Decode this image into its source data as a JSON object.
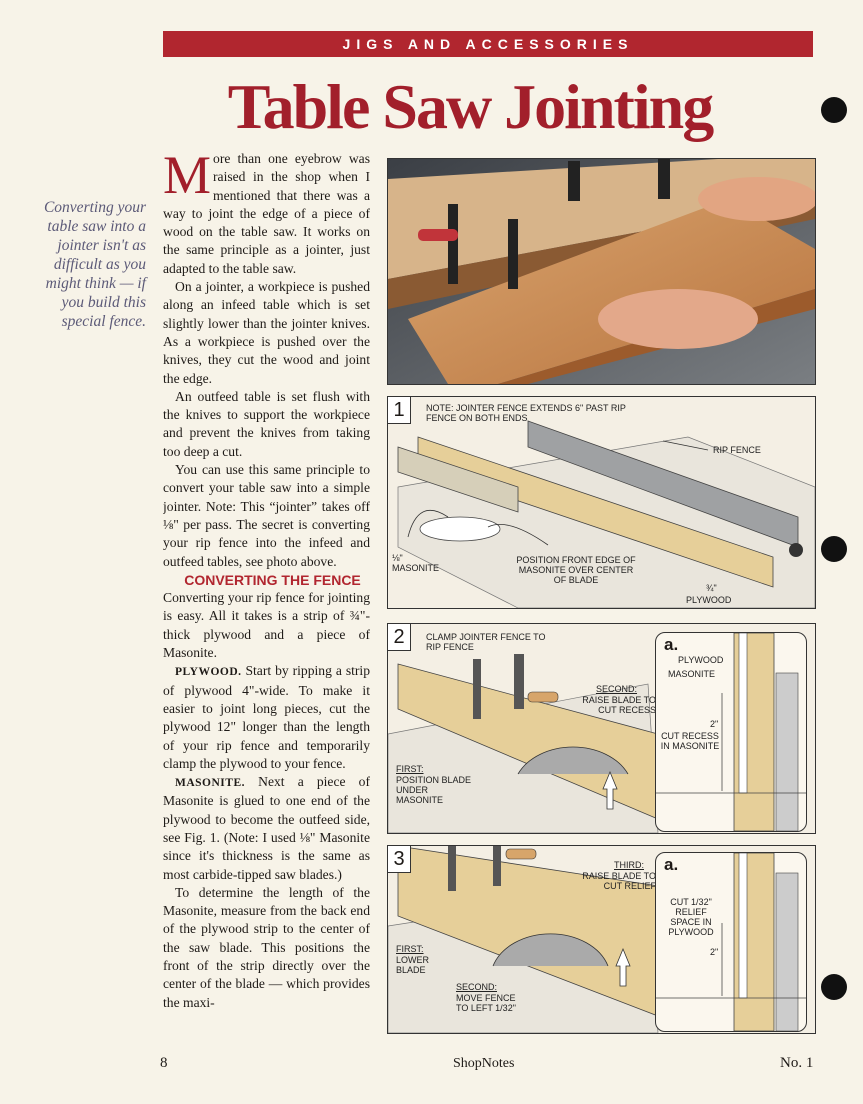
{
  "header": {
    "section": "JIGS AND ACCESSORIES",
    "title": "Table Saw Jointing"
  },
  "sidebar": {
    "text": "Converting your table saw into a jointer isn't as difficult as you might think — if you build this special fence."
  },
  "article": {
    "dropcap": "M",
    "p1_rest": "ore than one eyebrow was raised in the shop when I mentioned that there was a way to joint the edge of a piece of wood on the table saw. It works on the same principle as a jointer, just adapted to the table saw.",
    "p2": "On a jointer, a workpiece is pushed along an infeed table which is set slightly lower than the jointer knives. As a workpiece is pushed over the knives, they cut the wood and joint the edge.",
    "p3": "An outfeed table is set flush with the knives to support the workpiece and prevent the knives from taking too deep a cut.",
    "p4": "You can use this same principle to convert your table saw into a simple jointer. Note: This “jointer” takes off ⅛\" per pass. The secret is converting your rip fence into the infeed and outfeed tables, see photo above.",
    "subhead": "CONVERTING THE FENCE",
    "p5": "Converting your rip fence for jointing is easy. All it takes is a strip of ¾\"-thick plywood and a piece of Masonite.",
    "p6_lead": "PLYWOOD.",
    "p6": " Start by ripping a strip of plywood 4\"-wide. To make it easier to joint long pieces, cut the plywood 12\" longer than the length of your rip fence and temporarily clamp the plywood to your fence.",
    "p7_lead": "MASONITE.",
    "p7": " Next a piece of Masonite is glued to one end of the plywood to become the outfeed side, see Fig. 1. (Note: I used ⅛\" Masonite since it's thickness is the same as most carbide-tipped saw blades.)",
    "p8": "To determine the length of the Masonite, measure from the back end of the plywood strip to the center of the saw blade. This positions the front of the strip directly over the center of the blade — which provides the maxi-"
  },
  "fig1": {
    "number": "1",
    "note": "NOTE: JOINTER FENCE EXTENDS 6\" PAST RIP FENCE ON BOTH ENDS",
    "rip_fence": "RIP FENCE",
    "masonite_thickness": "⅛\"",
    "masonite": "MASONITE",
    "position": "POSITION FRONT EDGE OF MASONITE OVER CENTER OF BLADE",
    "ply_thickness": "¾\"",
    "plywood": "PLYWOOD"
  },
  "fig2": {
    "number": "2",
    "clamp": "CLAMP JOINTER FENCE TO RIP FENCE",
    "second": "SECOND:",
    "second_text": "RAISE BLADE TO CUT RECESS",
    "first": "FIRST:",
    "first_text": "POSITION BLADE UNDER MASONITE",
    "inset": {
      "letter": "a.",
      "plywood": "PLYWOOD",
      "masonite": "MASONITE",
      "cut": "CUT RECESS IN MASONITE",
      "dim": "2\""
    }
  },
  "fig3": {
    "number": "3",
    "third": "THIRD:",
    "third_text": "RAISE BLADE TO CUT RELIEF",
    "first": "FIRST:",
    "first_text": "LOWER BLADE",
    "second": "SECOND:",
    "second_text": "MOVE FENCE TO LEFT 1/32\"",
    "inset": {
      "letter": "a.",
      "cut": "CUT 1/32\" RELIEF SPACE IN PLYWOOD",
      "dim": "2\""
    }
  },
  "footer": {
    "page": "8",
    "magazine": "ShopNotes",
    "issue": "No. 1"
  },
  "colors": {
    "accent": "#b1262f",
    "sidebar": "#5c5a78",
    "paper": "#f7f3e8"
  }
}
